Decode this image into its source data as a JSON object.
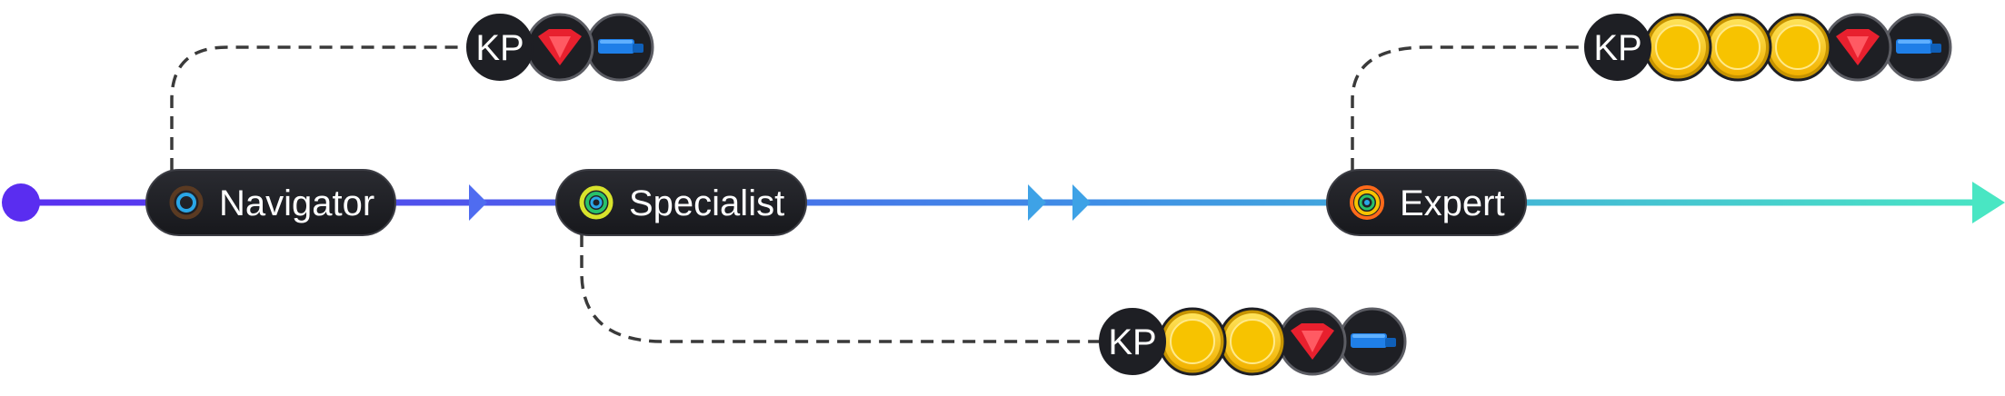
{
  "colors": {
    "gradient_start": "#5a2df0",
    "gradient_mid": "#3f8fe6",
    "gradient_end": "#49e6c3",
    "pill_fill": "#1e1f24",
    "pill_stroke": "#3c3d44",
    "coin": "#f7c300",
    "gem": "#e8202e",
    "plate": "#1f7fe8",
    "connector": "#3a3a3a"
  },
  "milestones": [
    {
      "rank": "Navigator",
      "ring_icon": "target-ring-icon",
      "rewards": {
        "badge": "KP",
        "coins": 0,
        "gem": true,
        "plate": true
      }
    },
    {
      "rank": "Specialist",
      "ring_icon": "target-ring-icon",
      "rewards": {
        "badge": "KP",
        "coins": 2,
        "gem": true,
        "plate": true
      }
    },
    {
      "rank": "Expert",
      "ring_icon": "target-ring-icon",
      "rewards": {
        "badge": "KP",
        "coins": 3,
        "gem": true,
        "plate": true
      }
    }
  ]
}
